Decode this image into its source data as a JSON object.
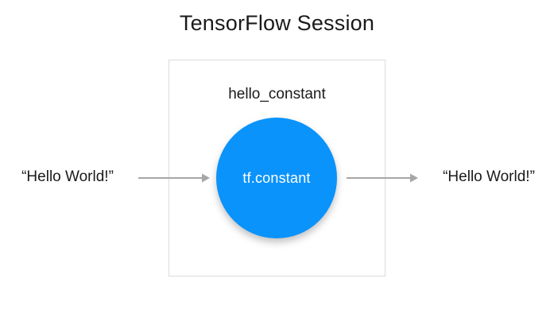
{
  "diagram": {
    "title": "TensorFlow Session",
    "session_box": {
      "node_label": "hello_constant",
      "operation": {
        "label": "tf.constant",
        "fill_color": "#0a93fb",
        "text_color": "#ffffff",
        "shape": "circle"
      },
      "border_color": "#dcdcdc"
    },
    "input": {
      "label": "“Hello World!”",
      "arrow": {
        "name": "input-arrow",
        "direction": "right",
        "color": "#a6a6a6"
      }
    },
    "output": {
      "label": "“Hello World!”",
      "arrow": {
        "name": "output-arrow",
        "direction": "right",
        "color": "#a6a6a6"
      }
    },
    "background_color": "#ffffff",
    "text_color": "#1a1a1a"
  }
}
